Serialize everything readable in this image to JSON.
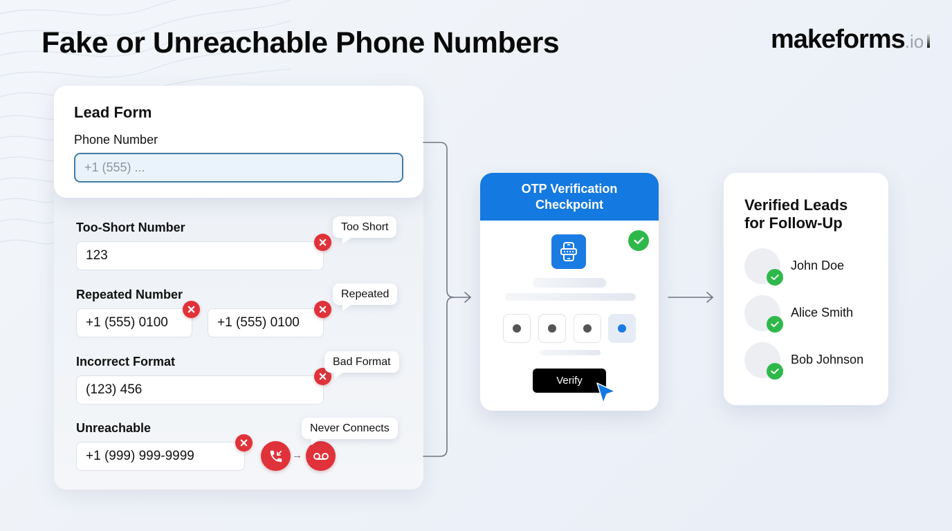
{
  "header": {
    "title": "Fake or Unreachable Phone Numbers",
    "logo_main": "makeforms",
    "logo_tld": ".io"
  },
  "lead_form": {
    "title": "Lead Form",
    "phone_label": "Phone Number",
    "phone_placeholder": "+1 (555) ..."
  },
  "issues": {
    "too_short": {
      "label": "Too-Short Number",
      "value": "123",
      "badge": "Too Short",
      "icon": "error-x-icon"
    },
    "repeated": {
      "label": "Repeated Number",
      "value_1": "+1 (555) 0100",
      "value_2": "+1 (555) 0100",
      "badge": "Repeated",
      "icon": "error-x-icon"
    },
    "incorrect_format": {
      "label": "Incorrect Format",
      "value": "(123) 456",
      "badge": "Bad Format",
      "icon": "error-x-icon"
    },
    "unreachable": {
      "label": "Unreachable",
      "value": "+1 (999) 999-9999",
      "badge": "Never Connects",
      "icons": [
        "missed-call-icon",
        "arrow-right-icon",
        "voicemail-icon"
      ],
      "arrow": "→"
    }
  },
  "otp": {
    "title_line1": "OTP Verification",
    "title_line2": "Checkpoint",
    "icon": "phone-password-icon",
    "status_icon": "check-circle-icon",
    "digits": [
      "•",
      "•",
      "•",
      "•"
    ],
    "active_digit_index": 3,
    "verify_label": "Verify",
    "cursor_icon": "pointer-cursor-icon"
  },
  "verified": {
    "title_line1": "Verified Leads",
    "title_line2": "for Follow-Up",
    "leads": [
      {
        "name": "John Doe",
        "status": "verified"
      },
      {
        "name": "Alice Smith",
        "status": "verified"
      },
      {
        "name": "Bob Johnson",
        "status": "verified"
      }
    ]
  },
  "colors": {
    "accent_blue": "#1479e0",
    "error_red": "#e0323a",
    "success_green": "#2fb84a",
    "input_border": "#3f7aa6",
    "connector_gray": "#6f7782"
  }
}
